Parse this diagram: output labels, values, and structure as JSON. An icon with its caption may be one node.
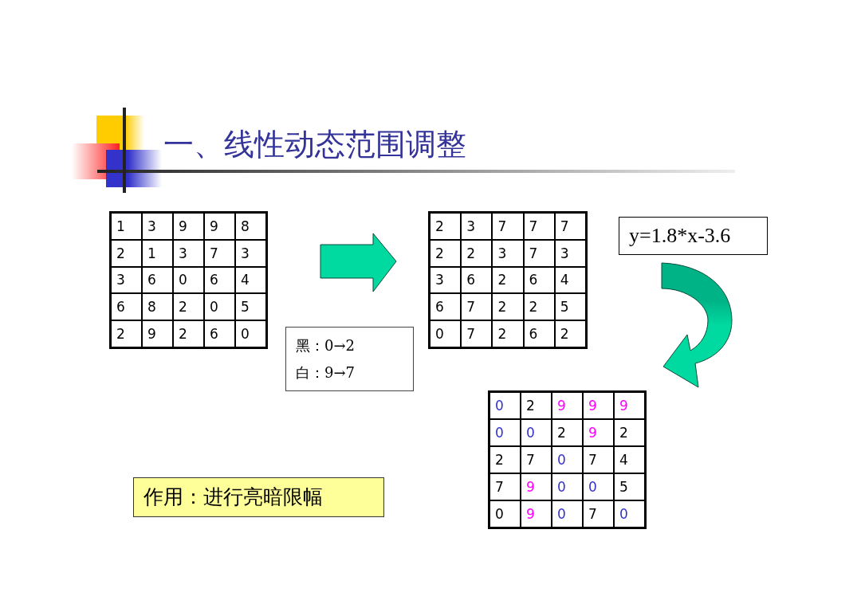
{
  "diagram": {
    "title": "一、线性动态范围调整",
    "nodes": [
      {
        "text": [
          "1",
          "3",
          "9",
          "9",
          "8",
          "2",
          "1",
          "3",
          "7",
          "3",
          "3",
          "6",
          "0",
          "6",
          "4",
          "6",
          "8",
          "2",
          "0",
          "5",
          "2",
          "9",
          "2",
          "6",
          "0"
        ]
      },
      {
        "text": [
          "2",
          "3",
          "7",
          "7",
          "7",
          "2",
          "2",
          "3",
          "7",
          "3",
          "3",
          "6",
          "2",
          "6",
          "4",
          "6",
          "7",
          "2",
          "2",
          "5",
          "0",
          "7",
          "2",
          "6",
          "2"
        ]
      },
      {
        "text": [
          "y=1.8*x-3.6"
        ]
      },
      {
        "text": [
          "黑：0→2",
          "白：9→7"
        ]
      },
      {
        "text": [
          "0",
          "2",
          "9",
          "9",
          "9",
          "0",
          "0",
          "2",
          "9",
          "2",
          "2",
          "7",
          "0",
          "7",
          "4",
          "7",
          "9",
          "0",
          "0",
          "5",
          "0",
          "9",
          "0",
          "7",
          "0"
        ]
      },
      {
        "text": [
          "作用：进行亮暗限幅"
        ]
      }
    ],
    "edges": [
      {
        "from": 0,
        "to": 1,
        "arrow": "to"
      },
      {
        "from": 2,
        "to": 4,
        "arrow": "to"
      }
    ]
  }
}
